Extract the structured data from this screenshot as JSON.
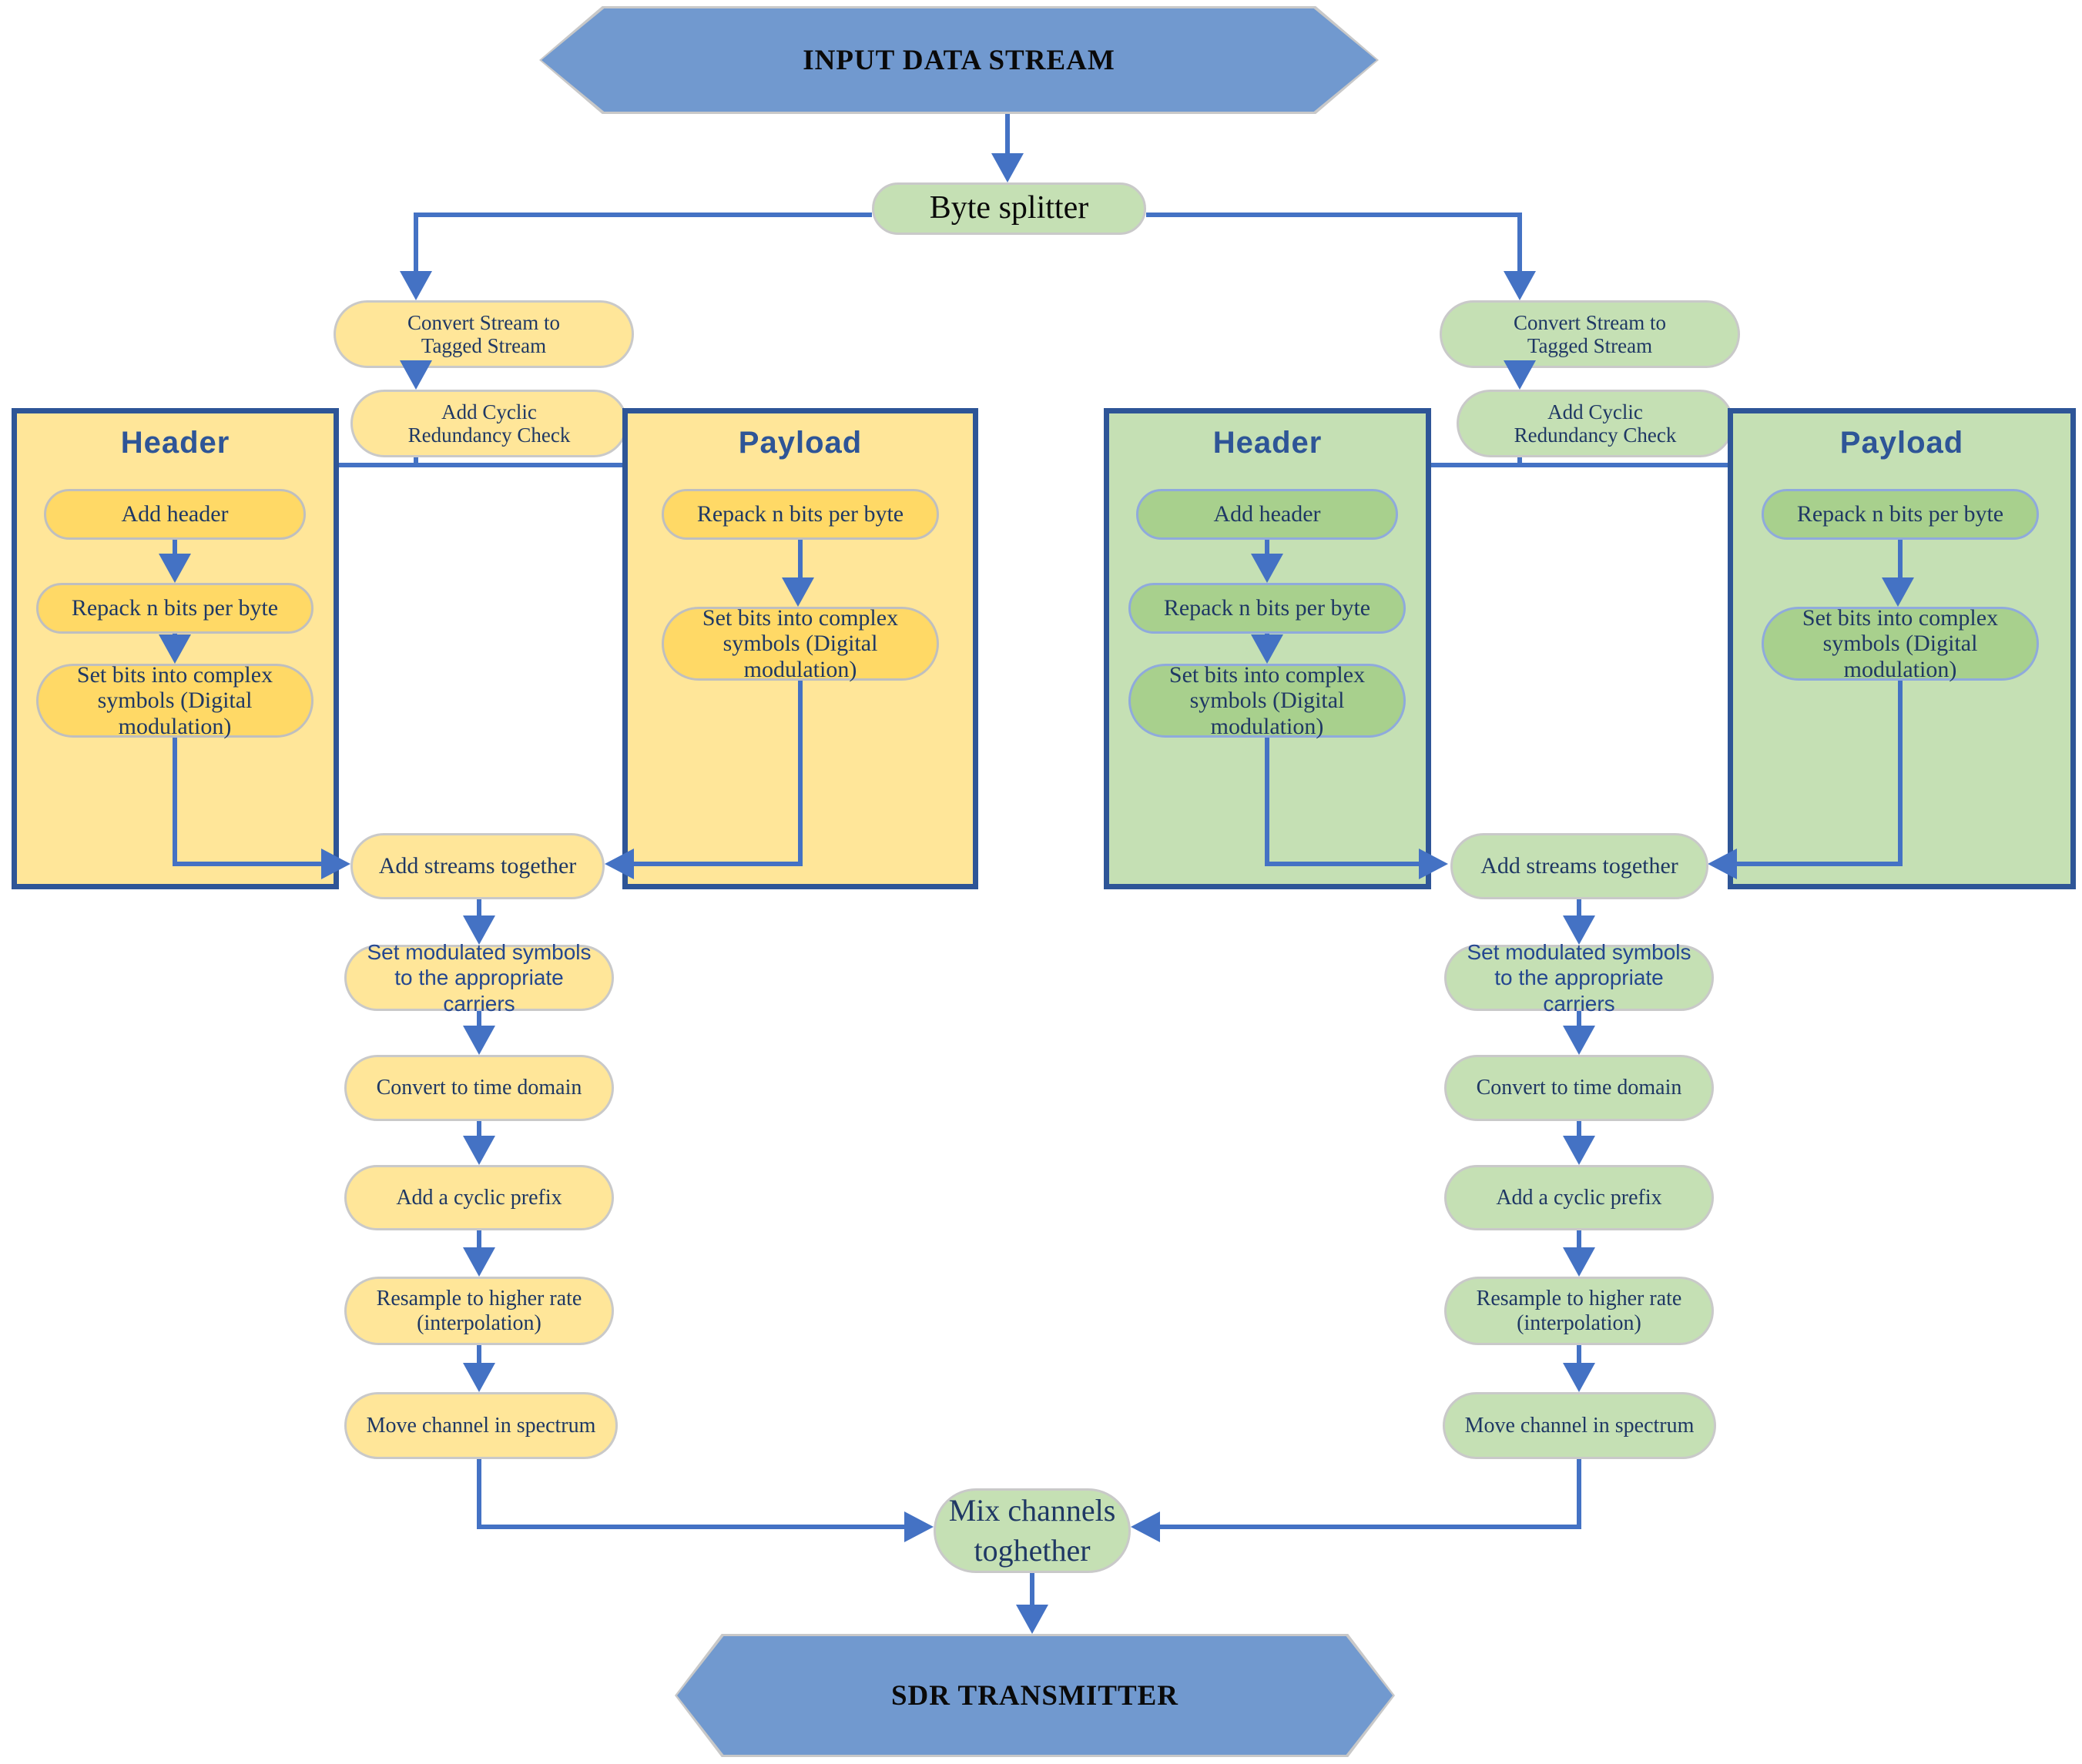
{
  "nodes": {
    "input": "INPUT DATA STREAM",
    "byte_splitter": "Byte splitter",
    "mix": "Mix channels toghether",
    "sdr_output": "SDR TRANSMITTER"
  },
  "left_branch": {
    "convert": "Convert Stream to Tagged Stream",
    "crc": "Add Cyclic Redundancy Check",
    "header_box": {
      "title": "Header",
      "steps": [
        "Add header",
        "Repack n bits per byte",
        "Set bits into complex symbols (Digital modulation)"
      ]
    },
    "payload_box": {
      "title": "Payload",
      "steps": [
        "Repack n bits per byte",
        "Set bits into complex symbols (Digital modulation)"
      ]
    },
    "chain": [
      "Add streams together",
      "Set modulated symbols to the appropriate carriers",
      "Convert to time domain",
      "Add a cyclic prefix",
      "Resample to higher rate (interpolation)",
      "Move channel in spectrum"
    ]
  },
  "right_branch": {
    "convert": "Convert Stream to Tagged Stream",
    "crc": "Add Cyclic Redundancy Check",
    "header_box": {
      "title": "Header",
      "steps": [
        "Add header",
        "Repack n bits per byte",
        "Set bits into complex symbols (Digital modulation)"
      ]
    },
    "payload_box": {
      "title": "Payload",
      "steps": [
        "Repack n bits per byte",
        "Set bits into complex symbols (Digital modulation)"
      ]
    },
    "chain": [
      "Add streams together",
      "Set modulated symbols to the appropriate carriers",
      "Convert to time domain",
      "Add a cyclic prefix",
      "Resample to higher rate (interpolation)",
      "Move channel in spectrum"
    ]
  },
  "colors": {
    "hexagon_fill": "#7199CF",
    "connector_blue": "#4472C4",
    "box_border_blue": "#2E5597",
    "yellow_box_fill": "#FFE699",
    "yellow_pill_fill": "#FFD966",
    "green_box_fill": "#C5E0B4",
    "green_pill_fill": "#A8D08D",
    "pill_text_navy": "#1F3864",
    "title_text_blue": "#2E5597",
    "terminator_text_black": "#000000"
  }
}
